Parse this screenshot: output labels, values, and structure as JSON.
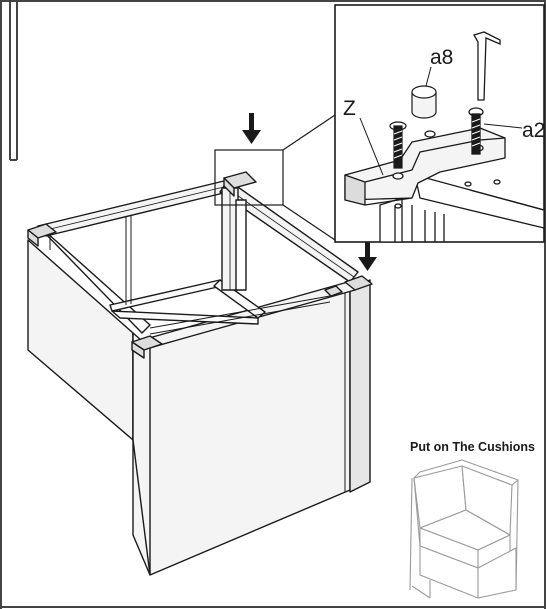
{
  "labels": {
    "zoom_part_z": "Z",
    "zoom_part_a8": "a8",
    "zoom_part_a2": "a2"
  },
  "caption": "Put on The Cushions",
  "colors": {
    "line": "#1a1a1a",
    "panel": "#f4f4f4",
    "panel_shade": "#e6e6e6",
    "frame": "#444444"
  },
  "icons": {
    "arrow": "down-arrow-icon"
  }
}
